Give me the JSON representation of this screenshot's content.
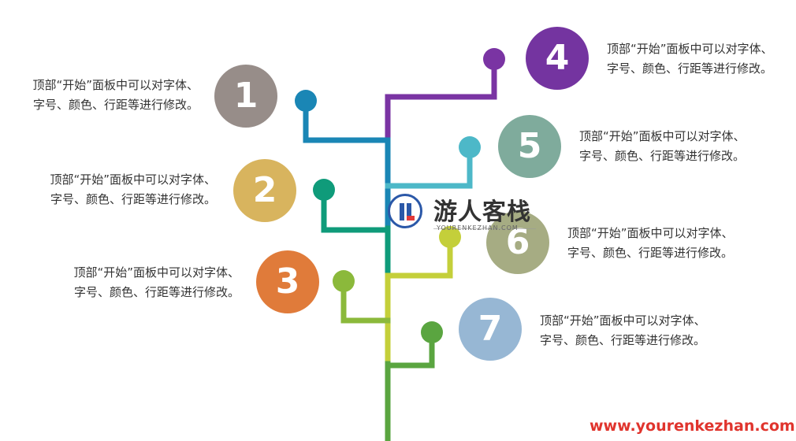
{
  "items": [
    {
      "number": "1",
      "color": "#978d89",
      "line1": "顶部“开始”面板中可以对字体、",
      "line2": "字号、颜色、行距等进行修改。",
      "branch_color": "#1a86b5"
    },
    {
      "number": "2",
      "color": "#d8b45e",
      "line1": "顶部“开始”面板中可以对字体、",
      "line2": "字号、颜色、行距等进行修改。",
      "branch_color": "#0f9b7a"
    },
    {
      "number": "3",
      "color": "#e07b3a",
      "line1": "顶部“开始”面板中可以对字体、",
      "line2": "字号、颜色、行距等进行修改。",
      "branch_color": "#8bb93b"
    },
    {
      "number": "4",
      "color": "#7434a0",
      "line1": "顶部“开始”面板中可以对字体、",
      "line2": "字号、颜色、行距等进行修改。",
      "branch_color": "#7a34a3"
    },
    {
      "number": "5",
      "color": "#7fab9c",
      "line1": "顶部“开始”面板中可以对字体、",
      "line2": "字号、颜色、行距等进行修改。",
      "branch_color": "#4db8c8"
    },
    {
      "number": "6",
      "color": "#a6ac83",
      "line1": "顶部“开始”面板中可以对字体、",
      "line2": "字号、颜色、行距等进行修改。",
      "branch_color": "#c4cf3a"
    },
    {
      "number": "7",
      "color": "#97b7d4",
      "line1": "顶部“开始”面板中可以对字体、",
      "line2": "字号、颜色、行距等进行修改。",
      "branch_color": "#5aa540"
    }
  ],
  "trunk_colors": {
    "upper": "#1a86b5",
    "middle": "#0f9b7a",
    "lower": "#c4cf3a",
    "bottom": "#5aa540"
  },
  "logo": {
    "name": "游人客栈",
    "url": "YOURENKEZHAN.COM"
  },
  "watermark": "www.yourenkezhan.com"
}
